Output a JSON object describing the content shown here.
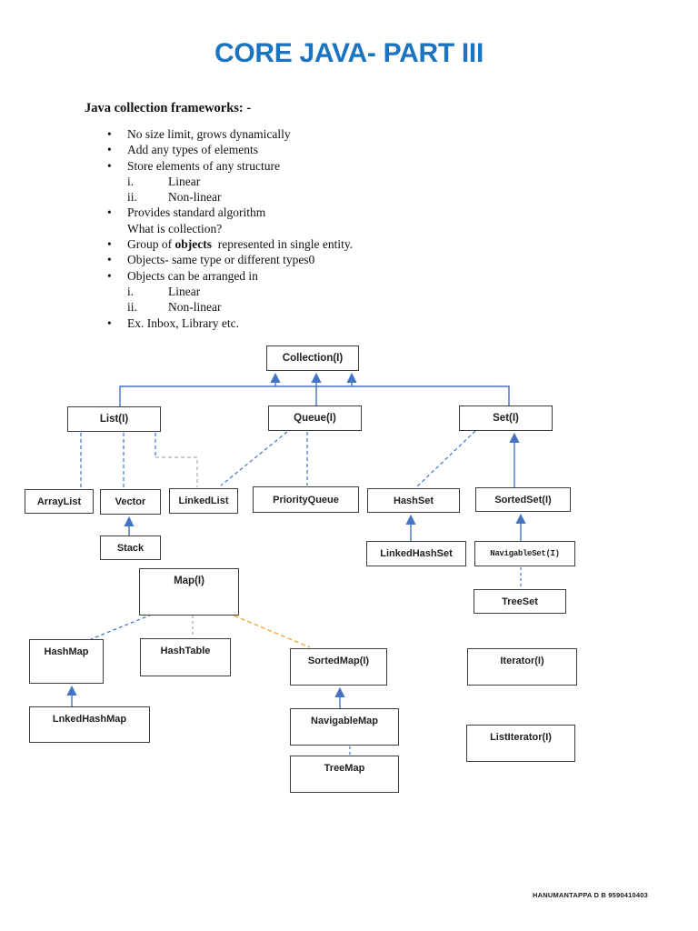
{
  "title": "CORE JAVA- PART III",
  "section": {
    "heading": "Java collection frameworks: -",
    "items": [
      {
        "kind": "bullet",
        "runs": [
          {
            "t": "No size limit, grows dynamically"
          }
        ]
      },
      {
        "kind": "bullet",
        "runs": [
          {
            "t": "Add any types of elements"
          }
        ]
      },
      {
        "kind": "bullet",
        "runs": [
          {
            "t": "Store elements of any structure"
          }
        ]
      },
      {
        "kind": "roman",
        "marker": "i.",
        "runs": [
          {
            "t": "Linear"
          }
        ]
      },
      {
        "kind": "roman",
        "marker": "ii.",
        "runs": [
          {
            "t": "Non-linear"
          }
        ]
      },
      {
        "kind": "bullet",
        "runs": [
          {
            "t": "Provides standard algorithm"
          }
        ]
      },
      {
        "kind": "plain",
        "runs": [
          {
            "t": "What is collection?"
          }
        ]
      },
      {
        "kind": "bullet",
        "runs": [
          {
            "t": "Group of "
          },
          {
            "t": "objects",
            "b": true
          },
          {
            "t": "  represented in single entity."
          }
        ]
      },
      {
        "kind": "bullet",
        "runs": [
          {
            "t": "Objects- same type or different types0"
          }
        ]
      },
      {
        "kind": "bullet",
        "runs": [
          {
            "t": "Objects can be arranged in"
          }
        ]
      },
      {
        "kind": "roman",
        "marker": "i.",
        "runs": [
          {
            "t": "Linear"
          }
        ]
      },
      {
        "kind": "roman",
        "marker": "ii.",
        "runs": [
          {
            "t": "Non-linear"
          }
        ]
      },
      {
        "kind": "bullet",
        "runs": [
          {
            "t": "Ex. Inbox, Library etc."
          }
        ]
      }
    ]
  },
  "diagram": {
    "nodes": {
      "collection": "Collection(I)",
      "list": "List(I)",
      "queue": "Queue(I)",
      "set": "Set(I)",
      "arraylist": "ArrayList",
      "vector": "Vector",
      "linkedlist": "LinkedList",
      "priorityqueue": "PriorityQueue",
      "hashset": "HashSet",
      "sortedset": "SortedSet(I)",
      "stack": "Stack",
      "linkedhashset": "LinkedHashSet",
      "navigableset": "NavigableSet(I)",
      "treeset": "TreeSet",
      "map": "Map(I)",
      "hashmap": "HashMap",
      "hashtable": "HashTable",
      "sortedmap": "SortedMap(I)",
      "iterator": "Iterator(I)",
      "lnkedhashmap": "LnkedHashMap",
      "navigablemap": "NavigableMap",
      "listiterator": "ListIterator(I)",
      "treemap": "TreeMap"
    },
    "colors": {
      "solid_blue": "#4472C4",
      "dashed_blue": "#4472C4",
      "dashed_gray": "#A8B0BC",
      "dashed_gray2": "#9B9B9B",
      "dashed_orange": "#F0A93C"
    }
  },
  "footer": "HANUMANTAPPA D B 9590410403",
  "accent_colors": {
    "title_blue": "#1b74c0"
  }
}
